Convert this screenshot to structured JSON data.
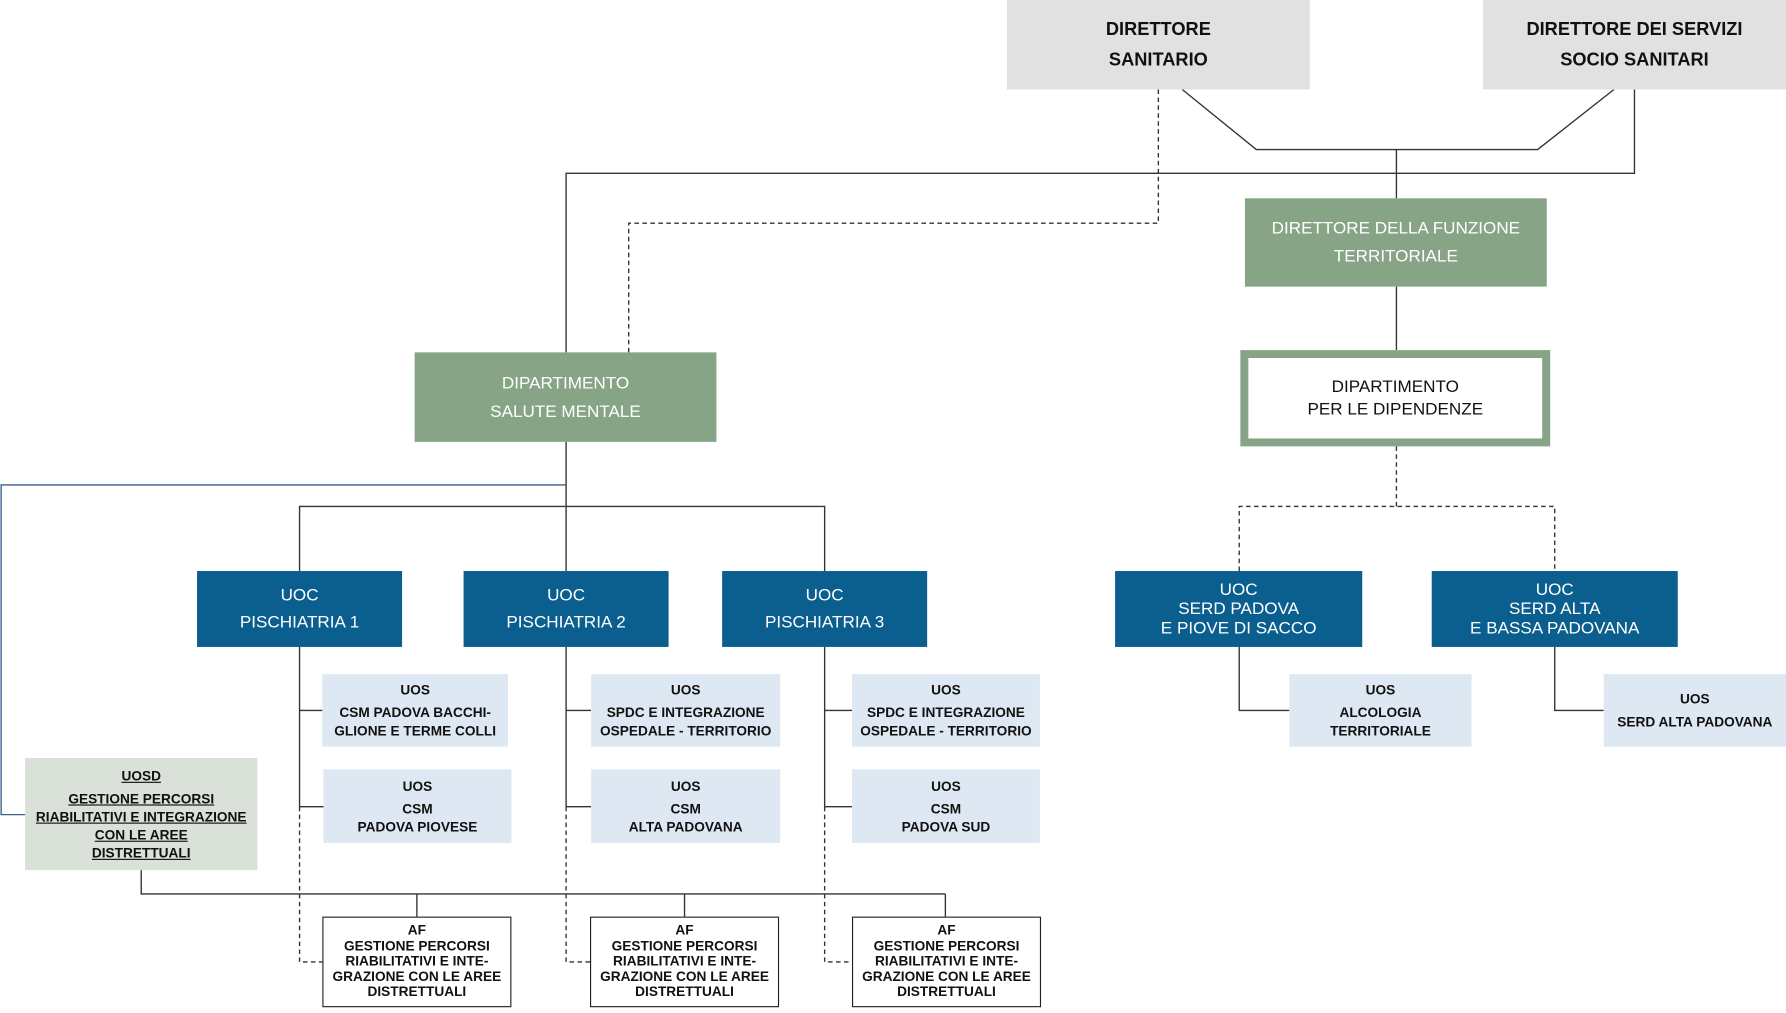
{
  "top": {
    "direttore_sanitario": [
      "DIRETTORE",
      "SANITARIO"
    ],
    "direttore_servizi": [
      "DIRETTORE DEI SERVIZI",
      "SOCIO SANITARI"
    ]
  },
  "funzione_territoriale": [
    "DIRETTORE DELLA FUNZIONE",
    "TERRITORIALE"
  ],
  "dsm": [
    "DIPARTIMENTO",
    "SALUTE MENTALE"
  ],
  "dipendenze": [
    "DIPARTIMENTO",
    "PER LE DIPENDENZE"
  ],
  "uoc": {
    "psichiatria1": [
      "UOC",
      "PISCHIATRIA 1"
    ],
    "psichiatria2": [
      "UOC",
      "PISCHIATRIA 2"
    ],
    "psichiatria3": [
      "UOC",
      "PISCHIATRIA 3"
    ],
    "serd_padova": [
      "UOC",
      "SERD PADOVA",
      "E PIOVE DI SACCO"
    ],
    "serd_alta": [
      "UOC",
      "SERD ALTA",
      "E BASSA PADOVANA"
    ]
  },
  "uos": {
    "p1_csm_bacchiglione": [
      "UOS",
      "CSM PADOVA BACCHI-",
      "GLIONE E TERME COLLI"
    ],
    "p1_csm_piovese": [
      "UOS",
      "CSM",
      "PADOVA PIOVESE"
    ],
    "p2_spdc": [
      "UOS",
      "SPDC E INTEGRAZIONE",
      "OSPEDALE - TERRITORIO"
    ],
    "p2_csm_alta": [
      "UOS",
      "CSM",
      "ALTA PADOVANA"
    ],
    "p3_spdc": [
      "UOS",
      "SPDC E INTEGRAZIONE",
      "OSPEDALE - TERRITORIO"
    ],
    "p3_csm_sud": [
      "UOS",
      "CSM",
      "PADOVA SUD"
    ],
    "alcologia": [
      "UOS",
      "ALCOLOGIA",
      "TERRITORIALE"
    ],
    "serd_alta_padovana": [
      "UOS",
      "SERD ALTA PADOVANA"
    ]
  },
  "uosd": [
    "UOSD",
    "GESTIONE PERCORSI",
    "RIABILITATIVI E INTEGRAZIONE",
    "CON LE AREE",
    "DISTRETTUALI"
  ],
  "af": {
    "af1": [
      "AF",
      "GESTIONE PERCORSI",
      "RIABILITATIVI E INTE-",
      "GRAZIONE CON LE AREE",
      "DISTRETTUALI"
    ],
    "af2": [
      "AF",
      "GESTIONE PERCORSI",
      "RIABILITATIVI E INTE-",
      "GRAZIONE CON LE AREE",
      "DISTRETTUALI"
    ],
    "af3": [
      "AF",
      "GESTIONE PERCORSI",
      "RIABILITATIVI E INTE-",
      "GRAZIONE CON LE AREE",
      "DISTRETTUALI"
    ]
  },
  "colors": {
    "grey_box": "#e1e1e1",
    "green_box": "#87a487",
    "uoc_blue": "#0a5f8f",
    "uos_light_blue": "#dde8f3",
    "uosd_green_grey": "#d9e1d8",
    "line": "#333333",
    "blue_line": "#3a5f8a"
  }
}
